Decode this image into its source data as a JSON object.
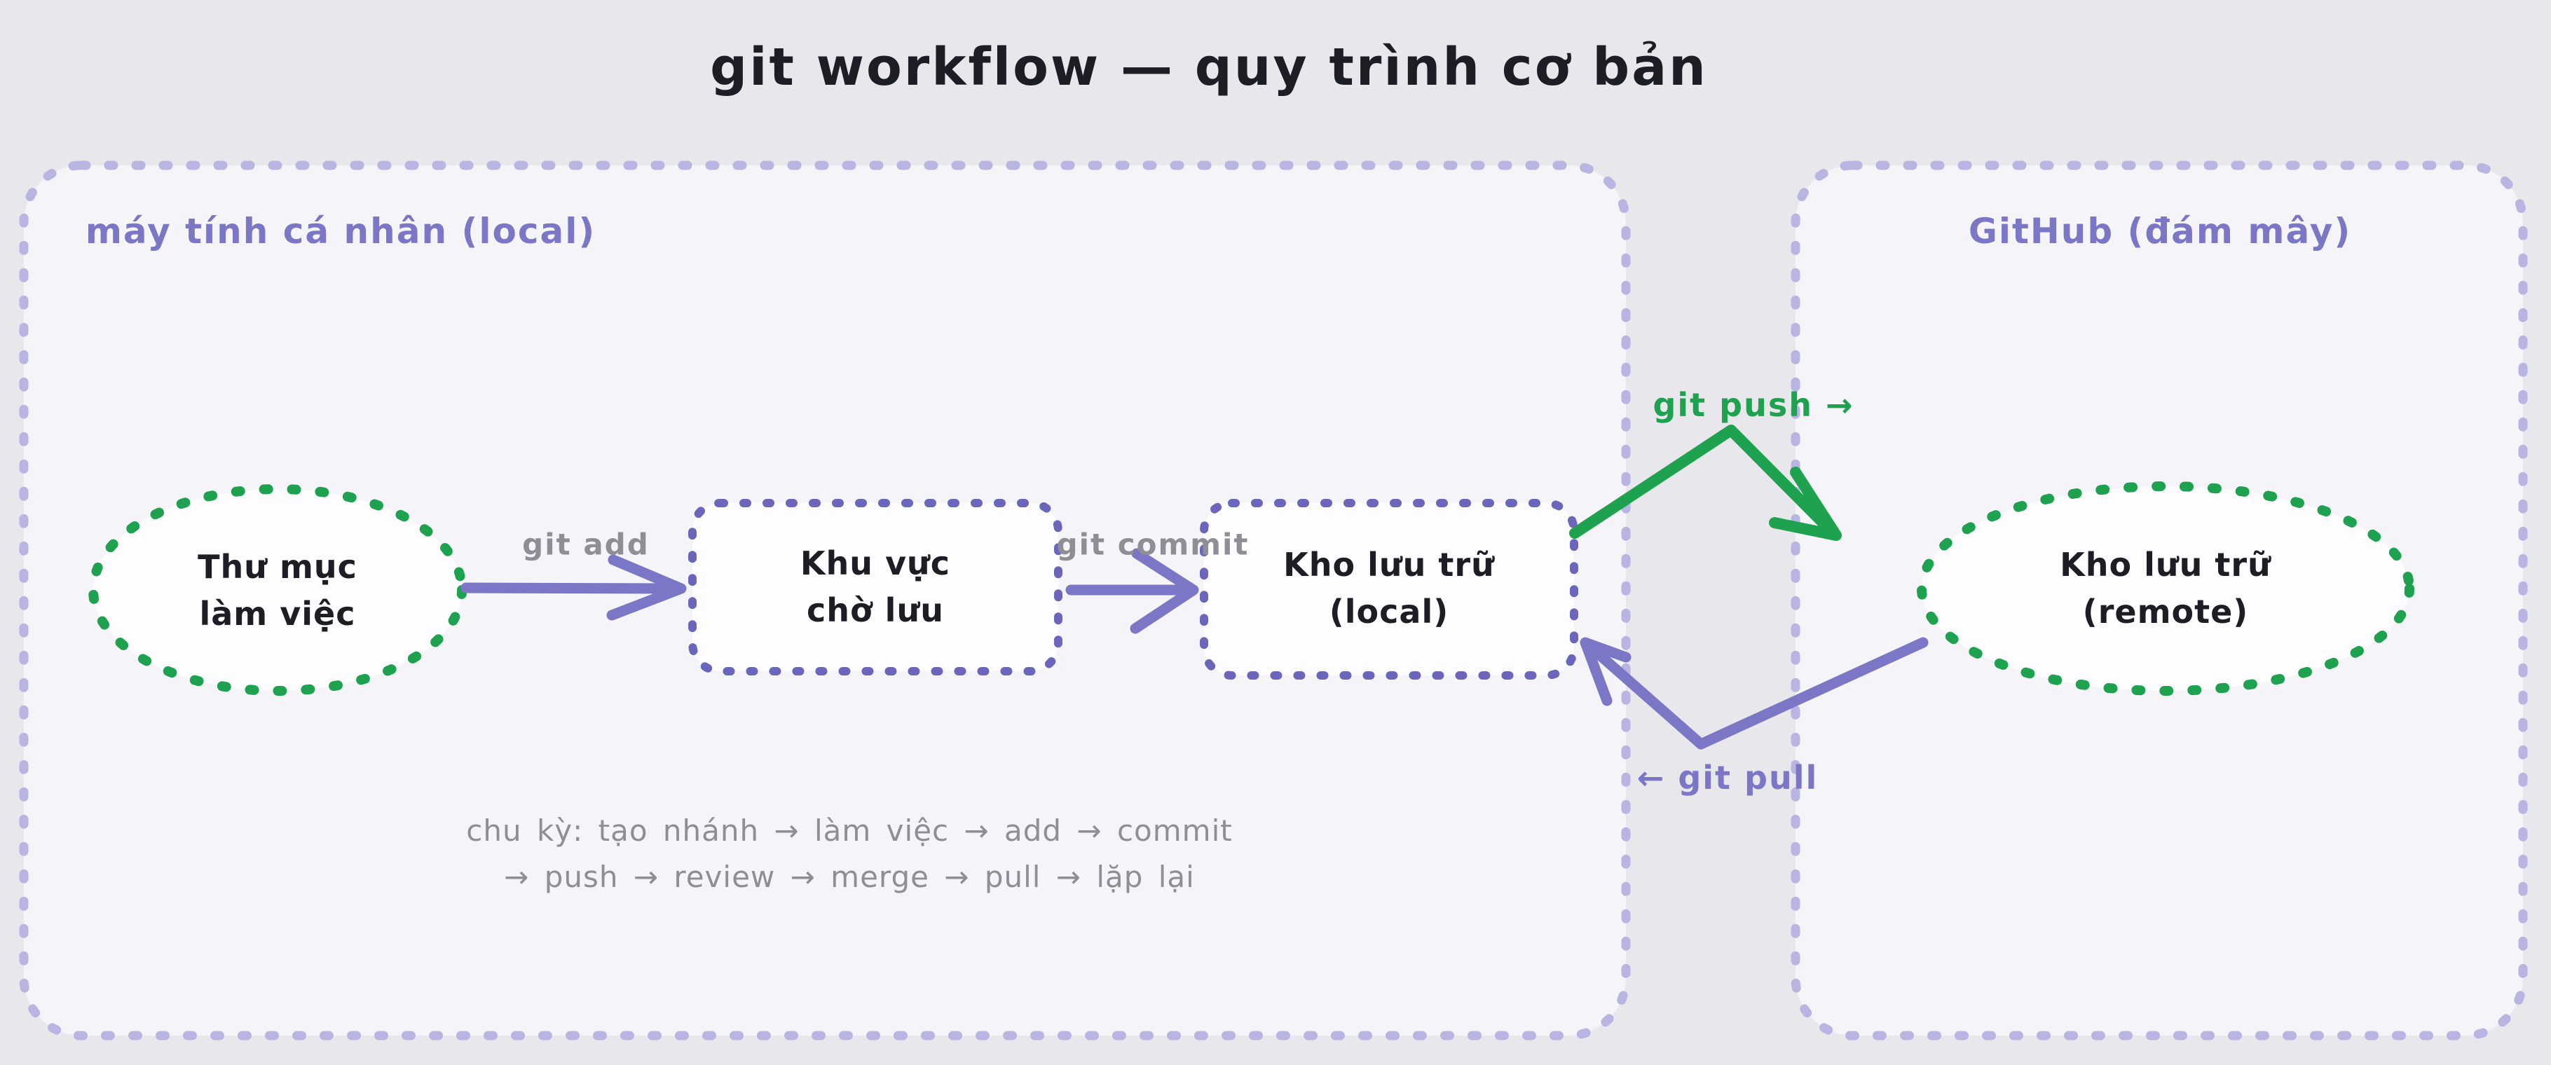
{
  "title": "git workflow — quy trình cơ bản",
  "containers": {
    "local": {
      "label": "máy tính cá nhân (local)"
    },
    "remote": {
      "label": "GitHub (đám mây)"
    }
  },
  "nodes": {
    "working_dir": {
      "line1": "Thư mục",
      "line2": "làm việc"
    },
    "staging": {
      "line1": "Khu vực",
      "line2": "chờ lưu"
    },
    "local_repo": {
      "line1": "Kho lưu trữ",
      "line2": "(local)"
    },
    "remote_repo": {
      "line1": "Kho lưu trữ",
      "line2": "(remote)"
    }
  },
  "edges": {
    "add_label": "git add",
    "commit_label": "git commit",
    "push_label": "git push →",
    "pull_label": "← git pull"
  },
  "footnote": {
    "line1": "chu kỳ: tạo nhánh → làm việc → add → commit",
    "line2": "→ push → review → merge → pull → lặp lại"
  },
  "colors": {
    "bg": "#e8e7eb",
    "container_fill": "#f5f4f8",
    "container_border": "#b9b5e3",
    "node_fill": "#fdfdff",
    "node_border": "#6b66bb",
    "purple": "#7c76c6",
    "green": "#1fa24f",
    "gray": "#8f8e96",
    "ink": "#1d1d26"
  }
}
